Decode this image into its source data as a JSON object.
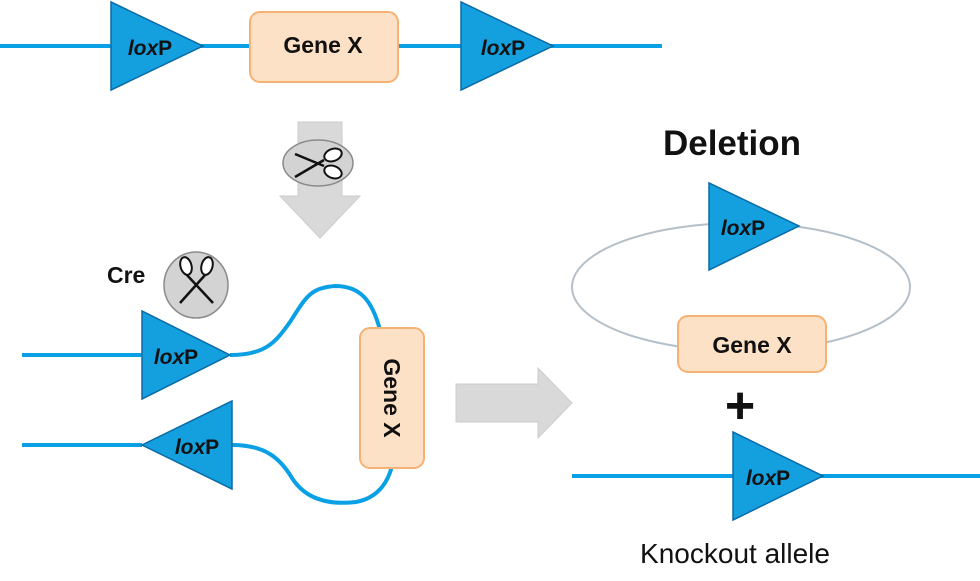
{
  "element_label": "lox",
  "element_suffix": "P",
  "gene_label": "Gene X",
  "cre_label": "Cre",
  "deletion_title": "Deletion",
  "plus_sign": "+",
  "knockout_caption": "Knockout allele",
  "colors": {
    "dna_line": "#0aa0e6",
    "loxp_fill": "#149fdf",
    "loxp_stroke": "#0a6aa5",
    "gene_fill": "#fde1c6",
    "gene_stroke": "#f5b273",
    "arrow_fill": "#d9d9d9",
    "scissors_badge": "#d3d3d3",
    "circle_stroke": "#b5bfc8",
    "text": "#111111"
  },
  "icons": [
    "scissors-icon"
  ]
}
